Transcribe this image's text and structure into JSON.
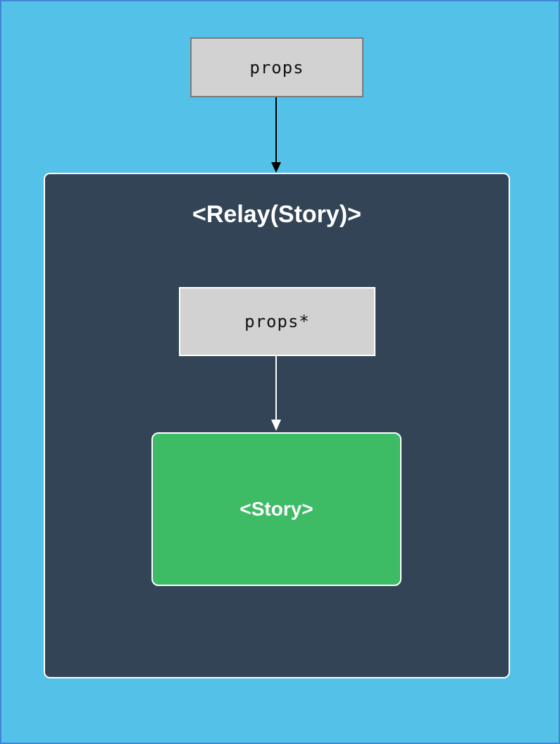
{
  "diagram": {
    "props_box": {
      "label": "props"
    },
    "relay_container": {
      "title": "<Relay(Story)>"
    },
    "props_star_box": {
      "label": "props*"
    },
    "story_box": {
      "label": "<Story>"
    }
  },
  "colors": {
    "page_background": "#54c1e8",
    "page_border": "#4287d6",
    "container_background": "#324456",
    "container_border": "#ffffff",
    "gray_box_background": "#d2d2d2",
    "gray_box_border": "#7a7a7a",
    "props_star_border": "#ffffff",
    "story_background": "#3dbb65",
    "story_border": "#ffffff",
    "arrow_top": "#000000",
    "arrow_inner": "#ffffff",
    "label_text_dark": "#111111",
    "label_text_light": "#ffffff"
  }
}
